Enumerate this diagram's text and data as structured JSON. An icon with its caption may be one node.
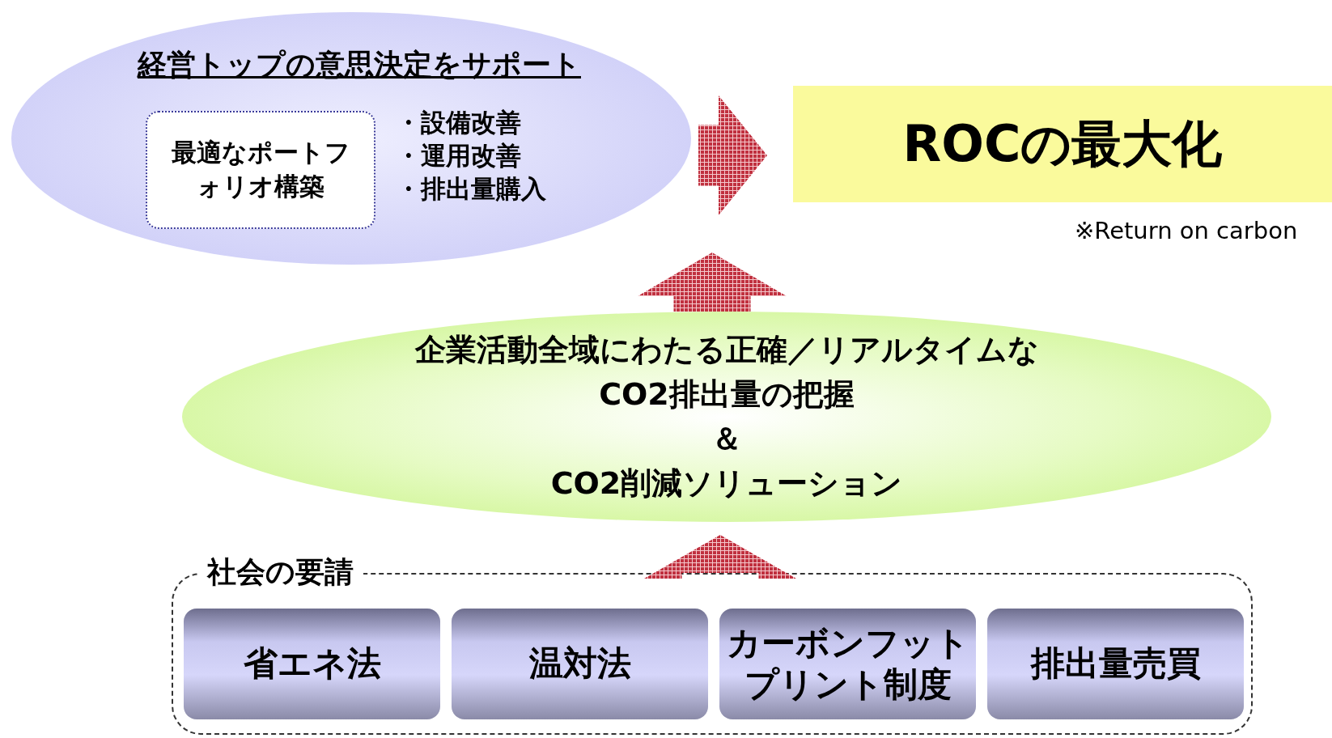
{
  "diagram": {
    "nodes": [
      {
        "text": [
          "経営トップの意思決定をサポート",
          "・設備改善",
          "・運用改善",
          "・排出量購入"
        ]
      },
      {
        "text": [
          "最適なポートフォリオ構築"
        ],
        "in": 0
      },
      {
        "text": [
          "ROCの最大化"
        ],
        "beside": [
          "※Return on carbon"
        ]
      },
      {
        "text": [
          "企業活動全域にわたる正確／リアルタイムなCO2排出量の把握",
          "＆",
          "CO2削減ソリューション"
        ]
      },
      {
        "text": [
          "社会の要請"
        ]
      },
      {
        "text": [
          "省エネ法"
        ],
        "in": 4
      },
      {
        "text": [
          "温対法"
        ],
        "in": 4
      },
      {
        "text": [
          "カーボンフットプリント制度"
        ],
        "in": 4
      },
      {
        "text": [
          "排出量売買"
        ],
        "in": 4
      }
    ],
    "edges": [
      {
        "from": 0,
        "to": 2,
        "arrow": "to"
      },
      {
        "from": 3,
        "to": null,
        "arrow": "to"
      },
      {
        "from": 4,
        "to": 3,
        "arrow": "to"
      }
    ]
  }
}
